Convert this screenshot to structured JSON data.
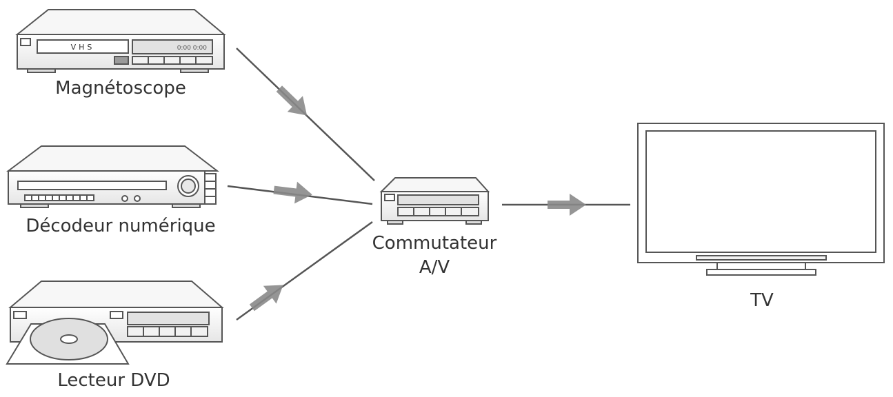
{
  "devices": {
    "vcr": {
      "label": "Magnétoscope",
      "tape_text": "VHS",
      "display_text": "0:00  0:00"
    },
    "decoder": {
      "label": "Décodeur numérique"
    },
    "dvd": {
      "label": "Lecteur DVD"
    },
    "switcher": {
      "label_line1": "Commutateur",
      "label_line2": "A/V"
    },
    "tv": {
      "label": "TV"
    }
  },
  "colors": {
    "outline": "#555555",
    "line": "#555555",
    "arrow": "#8a8a8a",
    "text": "#333333"
  },
  "connections": [
    {
      "from": "vcr",
      "to": "switcher"
    },
    {
      "from": "decoder",
      "to": "switcher"
    },
    {
      "from": "dvd",
      "to": "switcher"
    },
    {
      "from": "switcher",
      "to": "tv"
    }
  ]
}
